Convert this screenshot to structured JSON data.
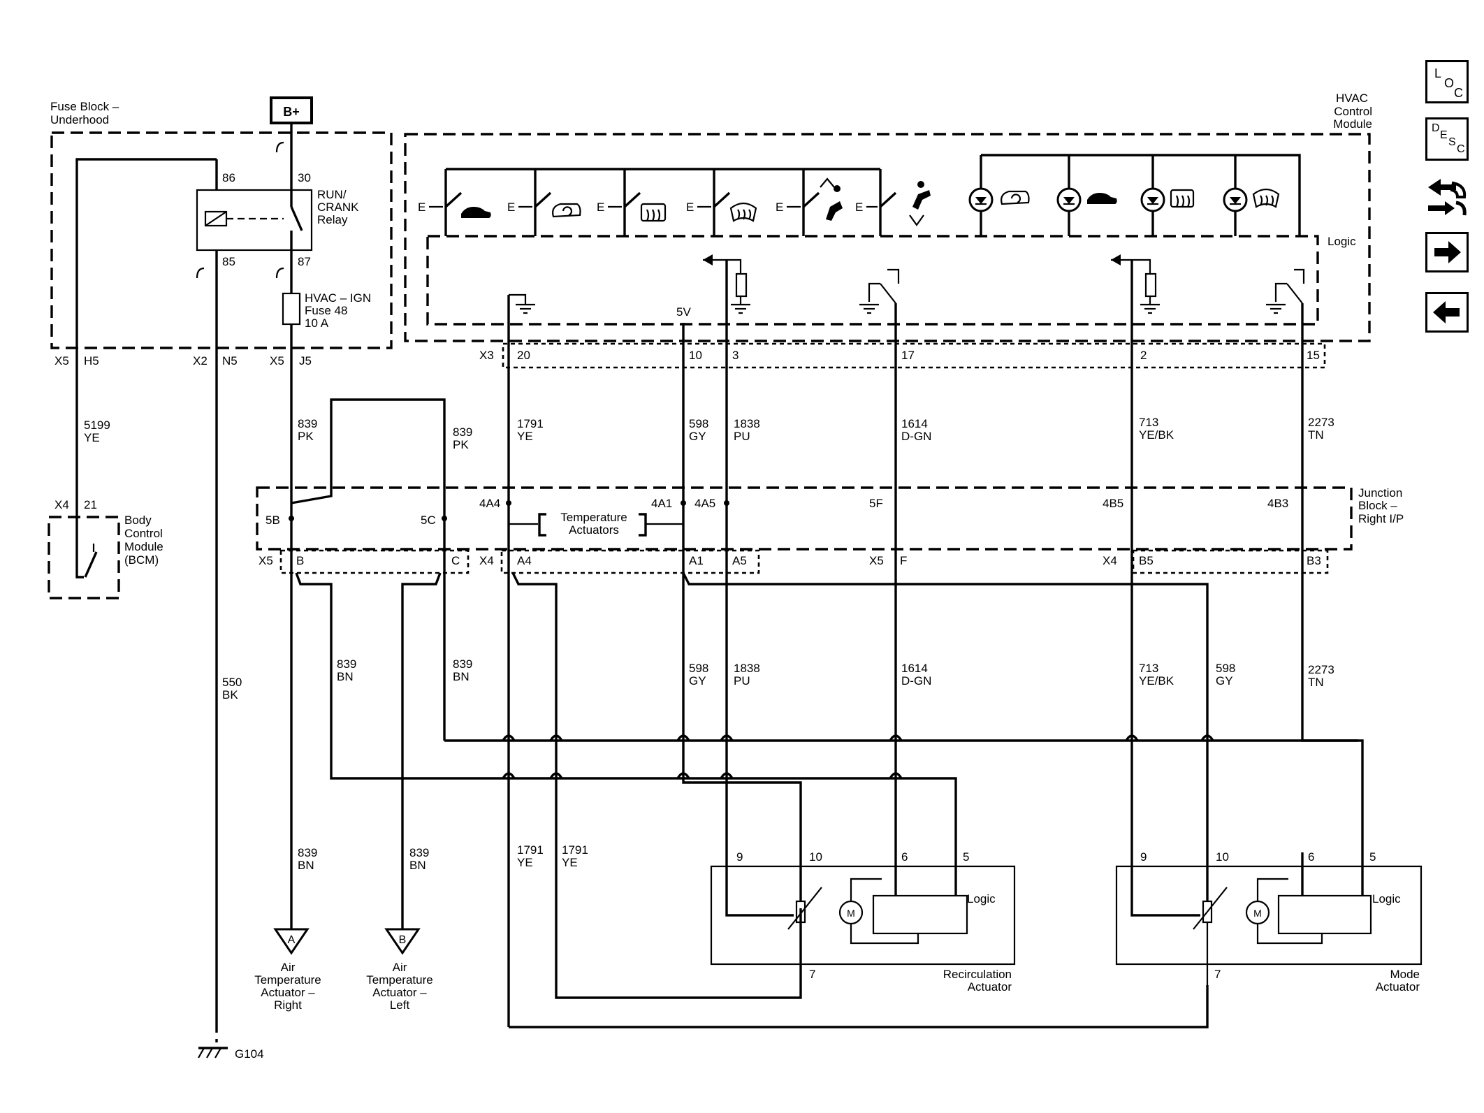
{
  "modules": {
    "fuse_block": "Fuse Block – Underhood",
    "hvac_module": "HVAC Control Module",
    "bcm": "Body Control Module (BCM)",
    "junction_block": "Junction Block – Right I/P",
    "recirc_actuator": "Recirculation Actuator",
    "mode_actuator": "Mode Actuator",
    "logic": "Logic",
    "temp_actuators": "Temperature Actuators"
  },
  "power": {
    "b_plus": "B+",
    "relay_lines": [
      "RUN/",
      "CRANK",
      "Relay"
    ],
    "fuse_lines": [
      "HVAC – IGN",
      "Fuse 48",
      "10 A"
    ],
    "relay_pins": [
      "86",
      "30",
      "85",
      "87"
    ],
    "five_v": "5V"
  },
  "connectors": {
    "fuse_block": [
      "X5",
      "H5",
      "X2",
      "N5",
      "X5",
      "J5"
    ],
    "hvac": [
      "X3",
      "20",
      "10",
      "3",
      "17",
      "2",
      "15"
    ],
    "bcm": [
      "X4",
      "21"
    ],
    "junction_top": [
      "5B",
      "5C",
      "4A4",
      "4A1",
      "4A5",
      "5F",
      "4B5",
      "4B3"
    ],
    "junction_bottom": [
      "X5",
      "B",
      "C",
      "X4",
      "A4",
      "A1",
      "A5",
      "X5",
      "F",
      "X4",
      "B5",
      "B3"
    ],
    "recirc_pins": [
      "9",
      "10",
      "6",
      "5",
      "7"
    ],
    "mode_pins": [
      "9",
      "10",
      "6",
      "5",
      "7"
    ]
  },
  "wires": {
    "w5199": [
      "5199",
      "YE"
    ],
    "w550": [
      "550",
      "BK"
    ],
    "w839pk_a": [
      "839",
      "PK"
    ],
    "w839pk_b": [
      "839",
      "PK"
    ],
    "w1791_top": [
      "1791",
      "YE"
    ],
    "w598_top": [
      "598",
      "GY"
    ],
    "w1838_top": [
      "1838",
      "PU"
    ],
    "w1614_top": [
      "1614",
      "D-GN"
    ],
    "w713_top": [
      "713",
      "YE/BK"
    ],
    "w2273_top": [
      "2273",
      "TN"
    ],
    "w839bn_a": [
      "839",
      "BN"
    ],
    "w839bn_b": [
      "839",
      "BN"
    ],
    "w598_mid": [
      "598",
      "GY"
    ],
    "w1838_mid": [
      "1838",
      "PU"
    ],
    "w1614_mid": [
      "1614",
      "D-GN"
    ],
    "w713_mid": [
      "713",
      "YE/BK"
    ],
    "w598_mid2": [
      "598",
      "GY"
    ],
    "w2273_mid": [
      "2273",
      "TN"
    ],
    "w839bn_c": [
      "839",
      "BN"
    ],
    "w839bn_d": [
      "839",
      "BN"
    ],
    "w1791_bot_a": [
      "1791",
      "YE"
    ],
    "w1791_bot_b": [
      "1791",
      "YE"
    ]
  },
  "ground": {
    "g104": "G104"
  },
  "switch_prefix": "E",
  "motor": "M",
  "offpage": {
    "a": {
      "letter": "A",
      "lines": [
        "Air",
        "Temperature",
        "Actuator –",
        "Right"
      ]
    },
    "b": {
      "letter": "B",
      "lines": [
        "Air",
        "Temperature",
        "Actuator –",
        "Left"
      ]
    }
  },
  "nav": {
    "loc": [
      "L",
      "O",
      "C"
    ],
    "desc": [
      "D",
      "E",
      "S",
      "C"
    ]
  },
  "icons": {
    "switches": [
      "defrost-vehicle-icon",
      "recirculation-icon",
      "rear-defrost-icon",
      "front-defrost-icon",
      "seat-occupant-icon",
      "vent-mode-icon"
    ],
    "indicators": [
      "recirculation-icon",
      "outside-air-icon",
      "rear-defrost-icon",
      "front-defrost-icon"
    ],
    "nav": [
      "location-icon",
      "description-icon",
      "connector-icon",
      "next-page-icon",
      "previous-page-icon"
    ]
  }
}
